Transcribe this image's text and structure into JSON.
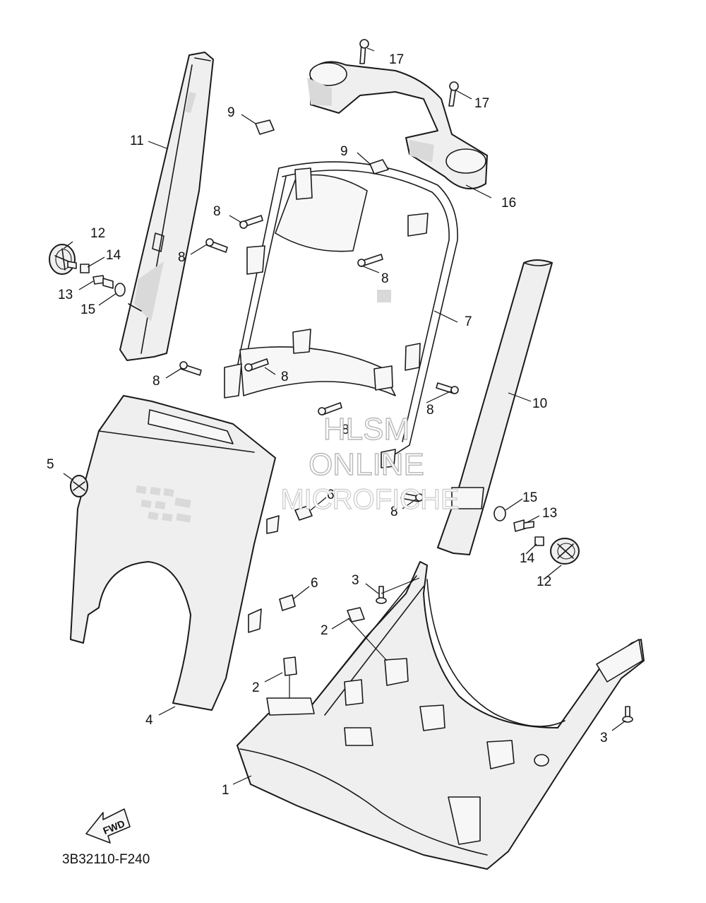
{
  "diagram_code": "3B32110-F240",
  "direction_label": "FWD",
  "watermark": {
    "line1": "HLSM",
    "line2": "ONLINE",
    "line3": "MICROFICHE"
  },
  "callouts": [
    {
      "id": "1",
      "label": "1"
    },
    {
      "id": "2a",
      "label": "2"
    },
    {
      "id": "2b",
      "label": "2"
    },
    {
      "id": "3a",
      "label": "3"
    },
    {
      "id": "3b",
      "label": "3"
    },
    {
      "id": "4",
      "label": "4"
    },
    {
      "id": "5",
      "label": "5"
    },
    {
      "id": "6a",
      "label": "6"
    },
    {
      "id": "6b",
      "label": "6"
    },
    {
      "id": "7",
      "label": "7"
    },
    {
      "id": "8a",
      "label": "8"
    },
    {
      "id": "8b",
      "label": "8"
    },
    {
      "id": "8c",
      "label": "8"
    },
    {
      "id": "8d",
      "label": "8"
    },
    {
      "id": "8e",
      "label": "8"
    },
    {
      "id": "8f",
      "label": "8"
    },
    {
      "id": "8g",
      "label": "8"
    },
    {
      "id": "8h",
      "label": "8"
    },
    {
      "id": "9a",
      "label": "9"
    },
    {
      "id": "9b",
      "label": "9"
    },
    {
      "id": "10",
      "label": "10"
    },
    {
      "id": "11",
      "label": "11"
    },
    {
      "id": "12a",
      "label": "12"
    },
    {
      "id": "12b",
      "label": "12"
    },
    {
      "id": "13a",
      "label": "13"
    },
    {
      "id": "13b",
      "label": "13"
    },
    {
      "id": "14a",
      "label": "14"
    },
    {
      "id": "14b",
      "label": "14"
    },
    {
      "id": "15a",
      "label": "15"
    },
    {
      "id": "15b",
      "label": "15"
    },
    {
      "id": "16",
      "label": "16"
    },
    {
      "id": "17a",
      "label": "17"
    },
    {
      "id": "17b",
      "label": "17"
    }
  ]
}
